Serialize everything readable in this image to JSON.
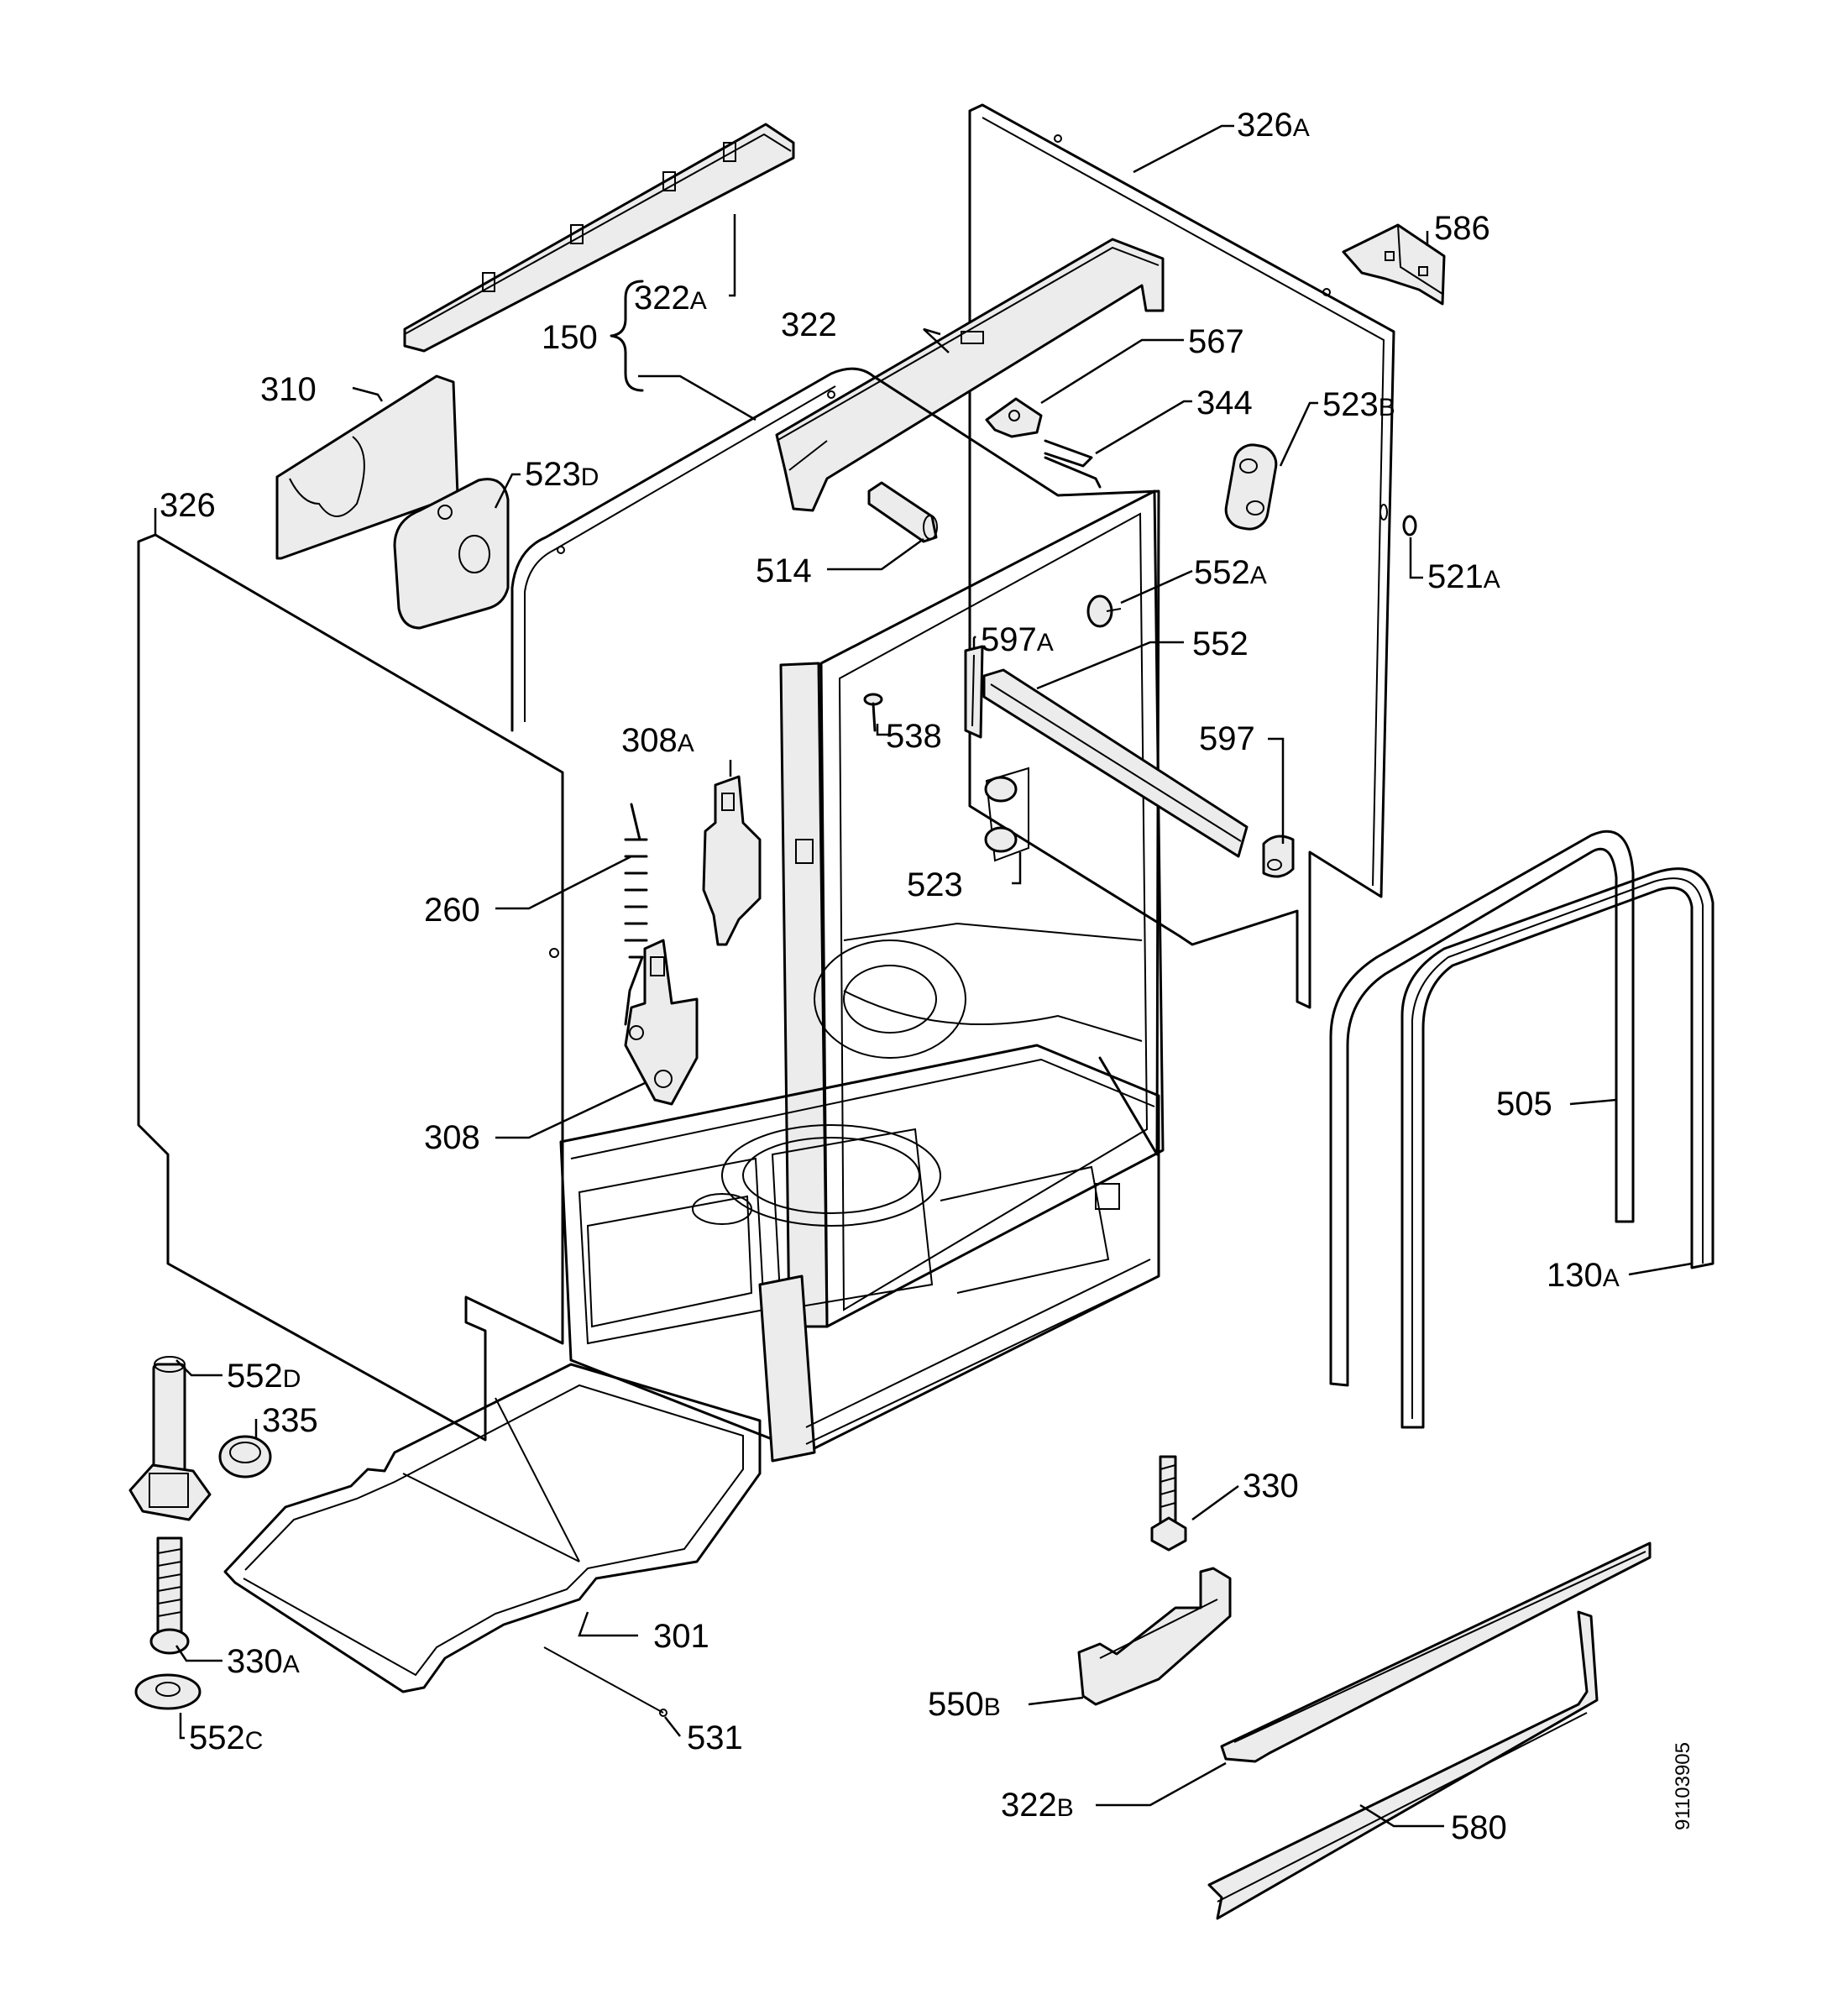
{
  "document_id": "91103905",
  "labels": {
    "p326A": {
      "num": "326",
      "suffix": "A"
    },
    "p586": {
      "num": "586",
      "suffix": ""
    },
    "p322A": {
      "num": "322",
      "suffix": "A"
    },
    "p150": {
      "num": "150",
      "suffix": ""
    },
    "p322": {
      "num": "322",
      "suffix": ""
    },
    "p567": {
      "num": "567",
      "suffix": ""
    },
    "p344": {
      "num": "344",
      "suffix": ""
    },
    "p523B": {
      "num": "523",
      "suffix": "B"
    },
    "p310": {
      "num": "310",
      "suffix": ""
    },
    "p523D": {
      "num": "523",
      "suffix": "D"
    },
    "p326": {
      "num": "326",
      "suffix": ""
    },
    "p514": {
      "num": "514",
      "suffix": ""
    },
    "p521A": {
      "num": "521",
      "suffix": "A"
    },
    "p552A": {
      "num": "552",
      "suffix": "A"
    },
    "p597A": {
      "num": "597",
      "suffix": "A"
    },
    "p552": {
      "num": "552",
      "suffix": ""
    },
    "p538": {
      "num": "538",
      "suffix": ""
    },
    "p308A": {
      "num": "308",
      "suffix": "A"
    },
    "p597": {
      "num": "597",
      "suffix": ""
    },
    "p523": {
      "num": "523",
      "suffix": ""
    },
    "p260": {
      "num": "260",
      "suffix": ""
    },
    "p505": {
      "num": "505",
      "suffix": ""
    },
    "p308": {
      "num": "308",
      "suffix": ""
    },
    "p130A": {
      "num": "130",
      "suffix": "A"
    },
    "p552D": {
      "num": "552",
      "suffix": "D"
    },
    "p335": {
      "num": "335",
      "suffix": ""
    },
    "p330": {
      "num": "330",
      "suffix": ""
    },
    "p301": {
      "num": "301",
      "suffix": ""
    },
    "p330A": {
      "num": "330",
      "suffix": "A"
    },
    "p550B": {
      "num": "550",
      "suffix": "B"
    },
    "p552C": {
      "num": "552",
      "suffix": "C"
    },
    "p531": {
      "num": "531",
      "suffix": ""
    },
    "p322B": {
      "num": "322",
      "suffix": "B"
    },
    "p580": {
      "num": "580",
      "suffix": ""
    }
  }
}
